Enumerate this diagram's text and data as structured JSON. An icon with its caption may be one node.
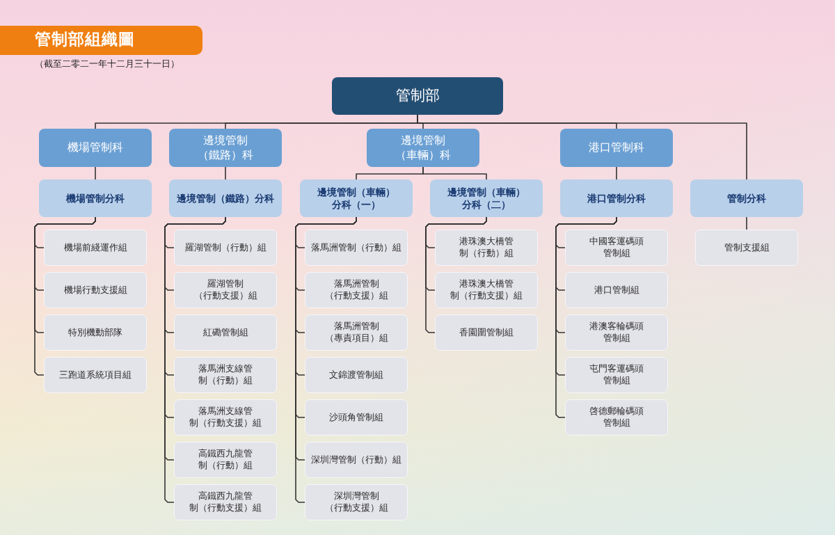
{
  "diagram": {
    "title": "管制部組織圖",
    "nodes": [
      {
        "text": [
          "管制部"
        ]
      },
      {
        "text": [
          "機場管制科"
        ]
      },
      {
        "text": [
          "邊境管制（鐵路）科"
        ]
      },
      {
        "text": [
          "邊境管制（車輛）科"
        ]
      },
      {
        "text": [
          "港口管制科"
        ]
      },
      {
        "text": [
          "機場管制分科"
        ]
      },
      {
        "text": [
          "邊境管制（鐵路）分科"
        ]
      },
      {
        "text": [
          "邊境管制（車輛）分科（一）"
        ]
      },
      {
        "text": [
          "邊境管制（車輛）分科（二）"
        ]
      },
      {
        "text": [
          "港口管制分科"
        ]
      },
      {
        "text": [
          "管制分科"
        ]
      },
      {
        "text": [
          "機場前綫運作組"
        ]
      },
      {
        "text": [
          "機場行動支援組"
        ]
      },
      {
        "text": [
          "特別機動部隊"
        ]
      },
      {
        "text": [
          "三跑道系統項目組"
        ]
      },
      {
        "text": [
          "羅湖管制（行動）組"
        ]
      },
      {
        "text": [
          "羅湖管制（行動支援）組"
        ]
      },
      {
        "text": [
          "紅磡管制組"
        ]
      },
      {
        "text": [
          "落馬洲支線管制（行動）組"
        ]
      },
      {
        "text": [
          "落馬洲支線管制（行動支援）組"
        ]
      },
      {
        "text": [
          "高鐵西九龍管制（行動）組"
        ]
      },
      {
        "text": [
          "高鐵西九龍管制（行動支援）組"
        ]
      },
      {
        "text": [
          "落馬洲管制（行動）組"
        ]
      },
      {
        "text": [
          "落馬洲管制（行動支援）組"
        ]
      },
      {
        "text": [
          "落馬洲管制（專責項目）組"
        ]
      },
      {
        "text": [
          "文錦渡管制組"
        ]
      },
      {
        "text": [
          "沙頭角管制組"
        ]
      },
      {
        "text": [
          "深圳灣管制（行動）組"
        ]
      },
      {
        "text": [
          "深圳灣管制（行動支援）組"
        ]
      },
      {
        "text": [
          "港珠澳大橋管制（行動）組"
        ]
      },
      {
        "text": [
          "港珠澳大橋管制（行動支援）組"
        ]
      },
      {
        "text": [
          "香園圍管制組"
        ]
      },
      {
        "text": [
          "中國客運碼頭管制組"
        ]
      },
      {
        "text": [
          "港口管制組"
        ]
      },
      {
        "text": [
          "港澳客輪碼頭管制組"
        ]
      },
      {
        "text": [
          "屯門客運碼頭管制組"
        ]
      },
      {
        "text": [
          "啓德郵輪碼頭管制組"
        ]
      },
      {
        "text": [
          "管制支援組"
        ]
      }
    ],
    "edges": [
      {
        "from": 0,
        "to": 1,
        "arrow": "none"
      },
      {
        "from": 0,
        "to": 2,
        "arrow": "none"
      },
      {
        "from": 0,
        "to": 3,
        "arrow": "none"
      },
      {
        "from": 0,
        "to": 4,
        "arrow": "none"
      },
      {
        "from": 0,
        "to": 10,
        "arrow": "none"
      },
      {
        "from": 1,
        "to": 5,
        "arrow": "none"
      },
      {
        "from": 2,
        "to": 6,
        "arrow": "none"
      },
      {
        "from": 3,
        "to": 7,
        "arrow": "none"
      },
      {
        "from": 3,
        "to": 8,
        "arrow": "none"
      },
      {
        "from": 4,
        "to": 9,
        "arrow": "none"
      },
      {
        "from": 5,
        "to": 11,
        "arrow": "none"
      },
      {
        "from": 5,
        "to": 12,
        "arrow": "none"
      },
      {
        "from": 5,
        "to": 13,
        "arrow": "none"
      },
      {
        "from": 5,
        "to": 14,
        "arrow": "none"
      },
      {
        "from": 6,
        "to": 15,
        "arrow": "none"
      },
      {
        "from": 6,
        "to": 16,
        "arrow": "none"
      },
      {
        "from": 6,
        "to": 17,
        "arrow": "none"
      },
      {
        "from": 6,
        "to": 18,
        "arrow": "none"
      },
      {
        "from": 6,
        "to": 19,
        "arrow": "none"
      },
      {
        "from": 6,
        "to": 20,
        "arrow": "none"
      },
      {
        "from": 6,
        "to": 21,
        "arrow": "none"
      },
      {
        "from": 7,
        "to": 22,
        "arrow": "none"
      },
      {
        "from": 7,
        "to": 23,
        "arrow": "none"
      },
      {
        "from": 7,
        "to": 24,
        "arrow": "none"
      },
      {
        "from": 7,
        "to": 25,
        "arrow": "none"
      },
      {
        "from": 7,
        "to": 26,
        "arrow": "none"
      },
      {
        "from": 7,
        "to": 27,
        "arrow": "none"
      },
      {
        "from": 7,
        "to": 28,
        "arrow": "none"
      },
      {
        "from": 8,
        "to": 29,
        "arrow": "none"
      },
      {
        "from": 8,
        "to": 30,
        "arrow": "none"
      },
      {
        "from": 8,
        "to": 31,
        "arrow": "none"
      },
      {
        "from": 9,
        "to": 32,
        "arrow": "none"
      },
      {
        "from": 9,
        "to": 33,
        "arrow": "none"
      },
      {
        "from": 9,
        "to": 34,
        "arrow": "none"
      },
      {
        "from": 9,
        "to": 35,
        "arrow": "none"
      },
      {
        "from": 9,
        "to": 36,
        "arrow": "none"
      },
      {
        "from": 10,
        "to": 37,
        "arrow": "none"
      }
    ],
    "labels": [
      "（截至二零二一年十二月三十一日）"
    ]
  }
}
